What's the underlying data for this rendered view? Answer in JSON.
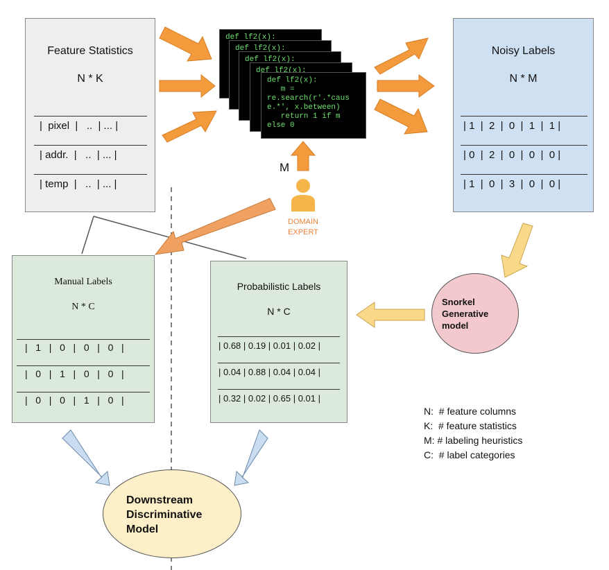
{
  "feature_statistics": {
    "title": "Feature Statistics",
    "dims": "N * K",
    "rows": [
      "|  pixel  |   ..  | ... |",
      "| addr.  |   ..  | ... |",
      "| temp  |   ..  | ... |"
    ]
  },
  "code": {
    "back_line": "def lf2(x):",
    "front_lines": [
      "def lf2(x):",
      "   m =",
      "re.search(r'.*caus",
      "e.*', x.between)",
      "   return 1 if m",
      "else 0"
    ]
  },
  "expert": {
    "m_label": "M",
    "label_line1": "DOMAIN",
    "label_line2": "EXPERT"
  },
  "noisy_labels": {
    "title": "Noisy Labels",
    "dims": "N * M",
    "rows": [
      "| 1  |  2  |  0  |  1  |  1 |",
      "| 0  |  2  |  0  |  0  |  0 |",
      "| 1  |  0  |  3  |  0  |  0 |"
    ]
  },
  "manual_labels": {
    "title": "Manual Labels",
    "dims": "N * C",
    "rows": [
      "|   1   |   0   |   0   |   0   |",
      "|   0   |   1   |   0   |   0   |",
      "|   0   |   0   |   1   |   0   |"
    ]
  },
  "probabilistic_labels": {
    "title": "Probabilistic Labels",
    "dims": "N * C",
    "rows": [
      "| 0.68 | 0.19 | 0.01 | 0.02 |",
      "| 0.04 | 0.88 | 0.04 | 0.04 |",
      "| 0.32 | 0.02 | 0.65 | 0.01 |"
    ]
  },
  "snorkel": {
    "line1": "Snorkel",
    "line2": "Generative",
    "line3": "model"
  },
  "downstream": {
    "line1": "Downstream",
    "line2": "Discriminative",
    "line3": "Model"
  },
  "legend": [
    "N:  # feature columns",
    "K:  # feature statistics",
    "M: # labeling heuristics",
    "C:  # label categories"
  ],
  "colors": {
    "orange_arrow": "#f29a3c",
    "yellow_arrow": "#fbd98a",
    "blue_arrow": "#c9ddf0",
    "feature_box": "#eeeeee",
    "noisy_box": "#cfe0f3",
    "label_box": "#dceadb",
    "snorkel_ellipse": "#f3c9cd",
    "downstream_ellipse": "#fdf0c8",
    "expert_text": "#e8833a"
  }
}
